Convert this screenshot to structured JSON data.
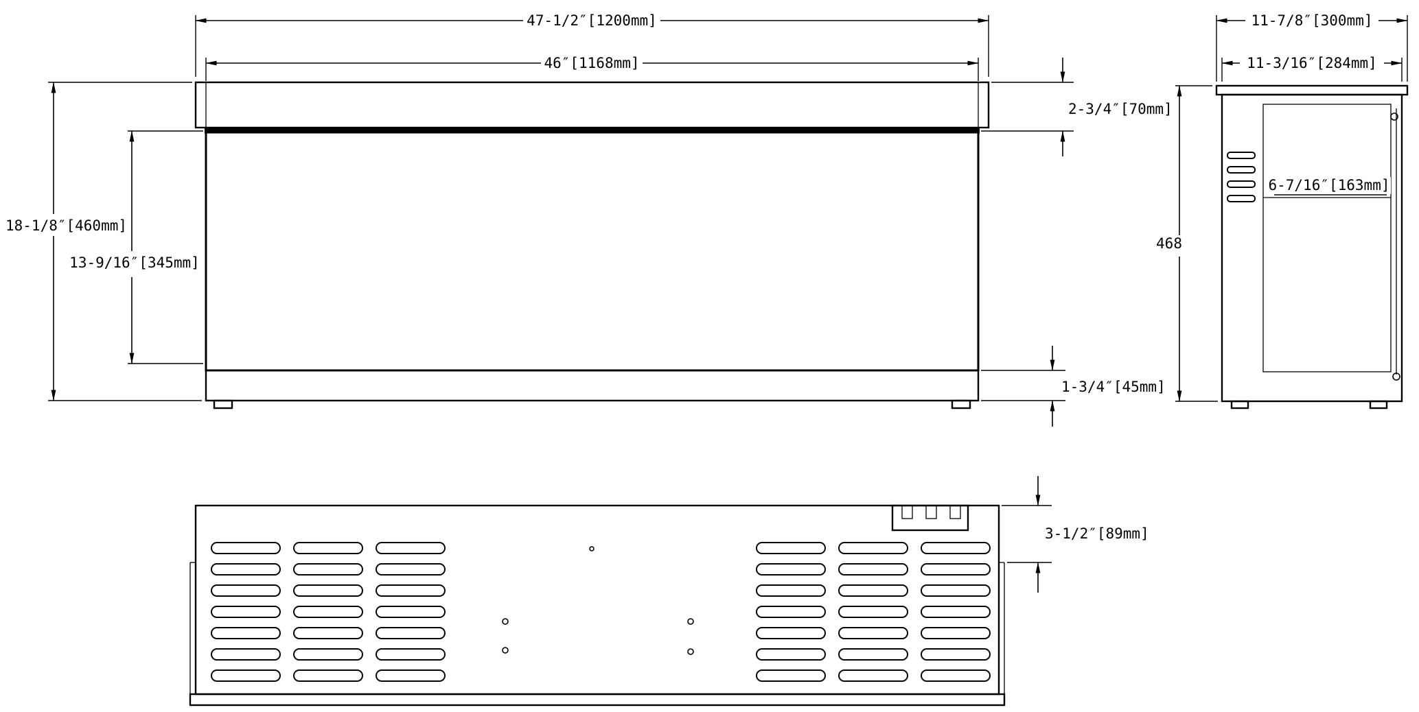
{
  "colors": {
    "line": "#000000",
    "background": "#ffffff"
  },
  "drawing": {
    "front": {
      "overall_width": "47-1/2″[1200mm]",
      "inner_width": "46″[1168mm]",
      "overall_height": "18-1/8″[460mm]",
      "body_height": "13-9/16″[345mm]",
      "lid_height": "2-3/4″[70mm]",
      "base_height": "1-3/4″[45mm]"
    },
    "side": {
      "overall_depth": "11-7/8″[300mm]",
      "inner_depth": "11-3/16″[284mm]",
      "height": "468",
      "door_depth": "6-7/16″[163mm]"
    },
    "bottom": {
      "flange_height": "3-1/2″[89mm]"
    }
  }
}
